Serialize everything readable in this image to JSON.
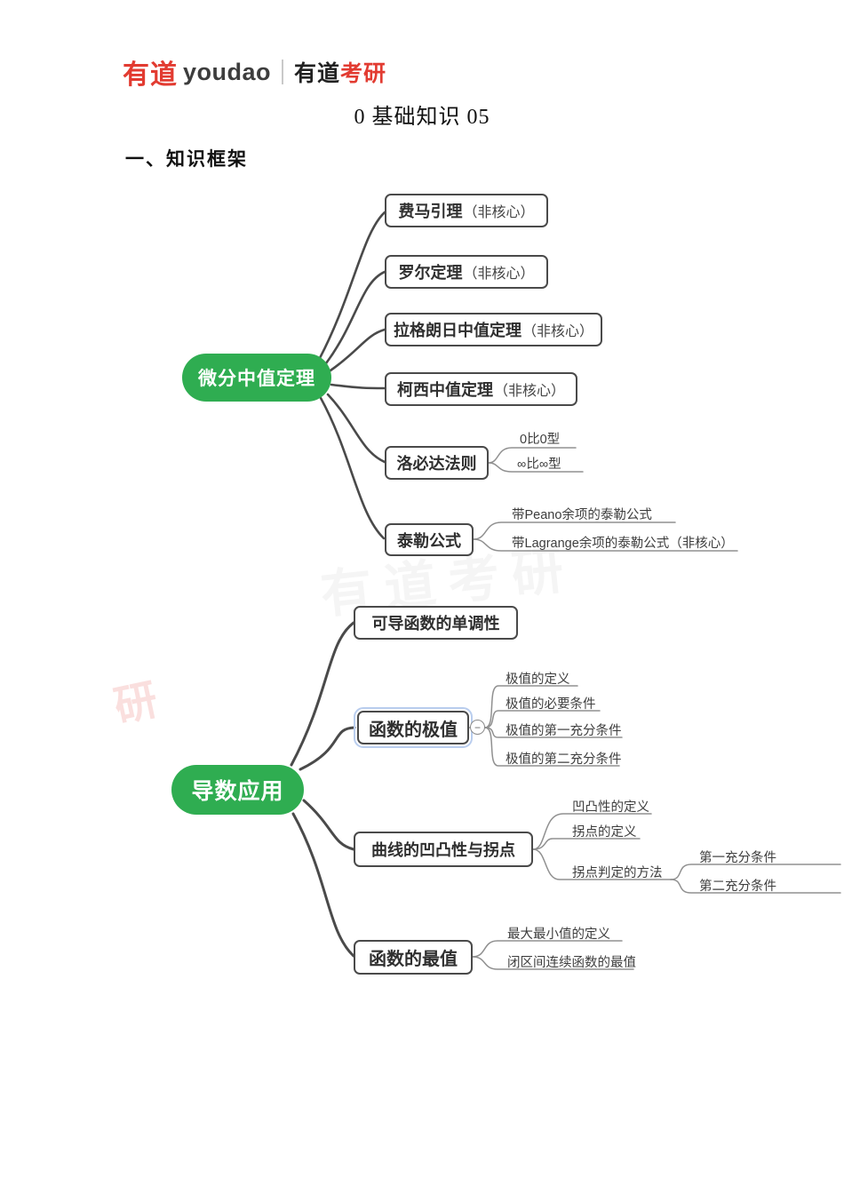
{
  "header": {
    "logo": {
      "brand_cn": "有道",
      "brand_en": "youdao",
      "sub_brand_dark": "有道",
      "sub_brand_red": "考研"
    }
  },
  "title": "0 基础知识 05",
  "section_heading": "一、知识框架",
  "mindmap1": {
    "root": "微分中值定理",
    "branches": [
      {
        "label": "费马引理",
        "note": "（非核心）"
      },
      {
        "label": "罗尔定理",
        "note": "（非核心）"
      },
      {
        "label": "拉格朗日中值定理",
        "note": "（非核心）"
      },
      {
        "label": "柯西中值定理",
        "note": "（非核心）"
      },
      {
        "label": "洛必达法则",
        "children": [
          "0比0型",
          "∞比∞型"
        ]
      },
      {
        "label": "泰勒公式",
        "children": [
          "带Peano余项的泰勒公式",
          "带Lagrange余项的泰勒公式（非核心）"
        ]
      }
    ]
  },
  "mindmap2": {
    "collapse_glyph": "−",
    "root": "导数应用",
    "branches": [
      {
        "label": "可导函数的单调性"
      },
      {
        "label": "函数的极值",
        "children": [
          "极值的定义",
          "极值的必要条件",
          "极值的第一充分条件",
          "极值的第二充分条件"
        ]
      },
      {
        "label": "曲线的凹凸性与拐点",
        "children": [
          "凹凸性的定义",
          "拐点的定义",
          "拐点判定的方法"
        ],
        "grandchildren": [
          "第一充分条件",
          "第二充分条件"
        ]
      },
      {
        "label": "函数的最值",
        "children": [
          "最大最小值的定义",
          "闭区间连续函数的最值"
        ]
      }
    ]
  },
  "watermarks": {
    "gray": "有道考研",
    "red": "研"
  },
  "colors": {
    "root_green": "#2fad51",
    "brand_red": "#e23b31",
    "box_border": "#4a4a4a",
    "leaf_line": "#909090",
    "selection_blue": "#b9cdee"
  }
}
